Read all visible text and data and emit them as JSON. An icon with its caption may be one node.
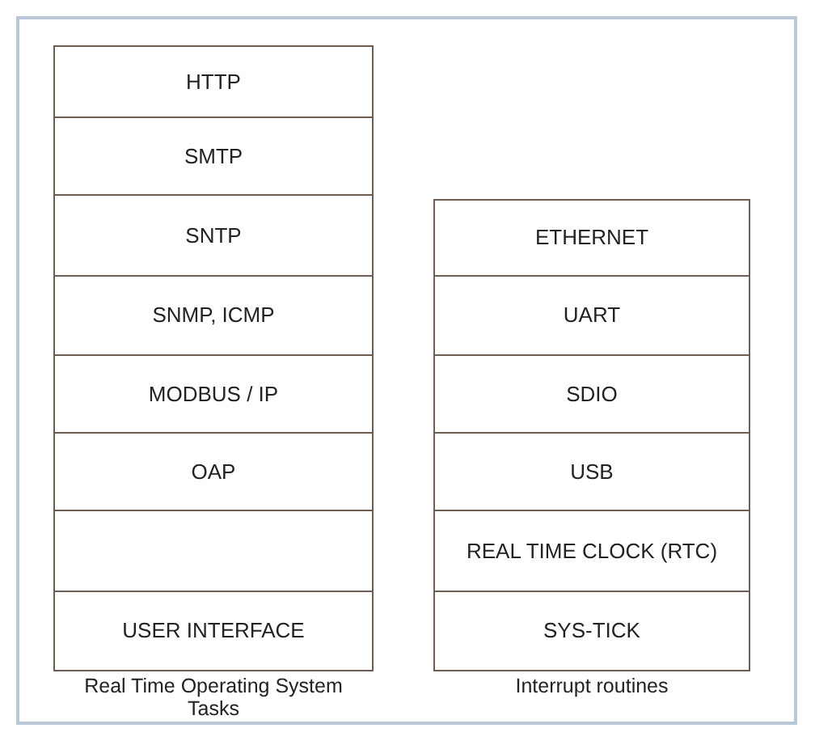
{
  "diagram": {
    "nodes": [
      {
        "text": [
          "HTTP"
        ]
      },
      {
        "text": [
          "SMTP"
        ]
      },
      {
        "text": [
          "SNTP"
        ]
      },
      {
        "text": [
          "SNMP, ICMP"
        ]
      },
      {
        "text": [
          "MODBUS / IP"
        ]
      },
      {
        "text": [
          "OAP"
        ]
      },
      {
        "text": [],
        "shape": "box"
      },
      {
        "text": [
          "USER INTERFACE"
        ]
      },
      {
        "text": [
          "ETHERNET"
        ]
      },
      {
        "text": [
          "UART"
        ]
      },
      {
        "text": [
          "SDIO"
        ]
      },
      {
        "text": [
          "USB"
        ]
      },
      {
        "text": [
          "REAL TIME CLOCK (RTC)"
        ]
      },
      {
        "text": [
          "SYS-TICK"
        ]
      }
    ],
    "labels": [
      "Real Time Operating System Tasks",
      "Interrupt routines"
    ]
  }
}
